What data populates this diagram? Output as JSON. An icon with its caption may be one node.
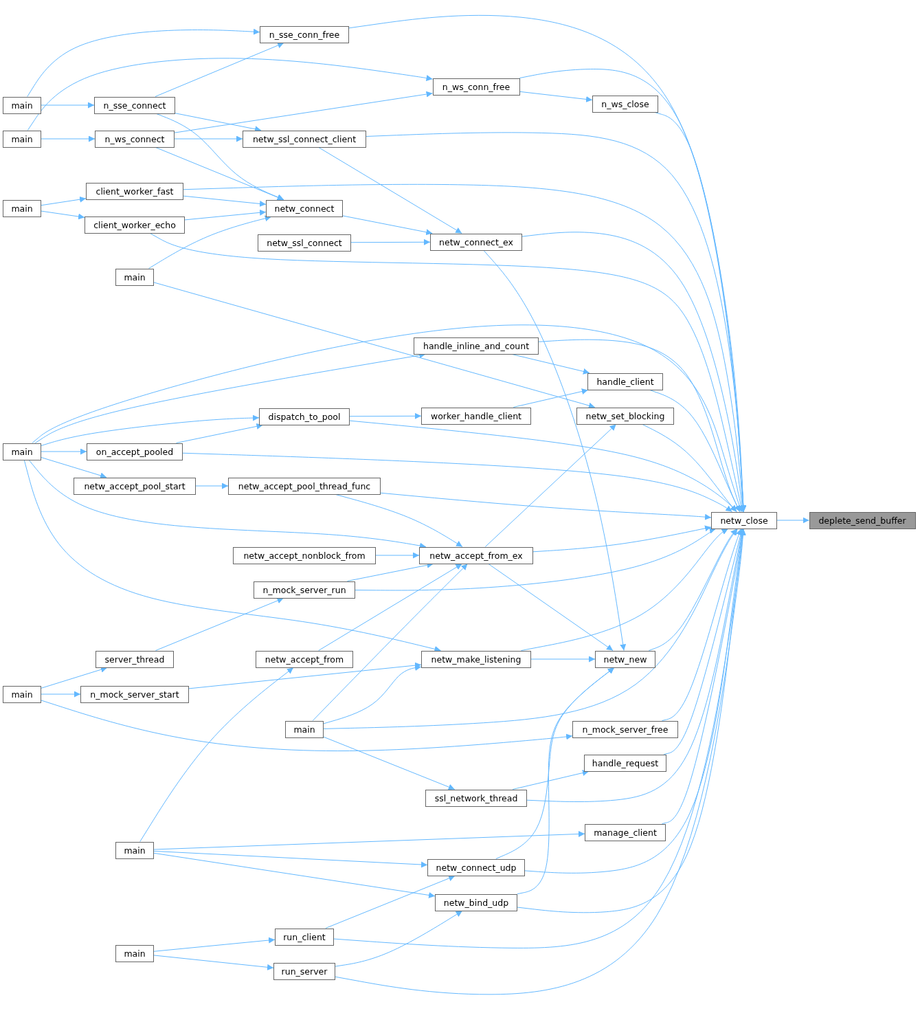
{
  "diagram": {
    "nodes": [
      {
        "text": [
          "deplete_send_buffer"
        ]
      },
      {
        "text": [
          "netw_close"
        ]
      },
      {
        "text": [
          "n_sse_conn_free"
        ]
      },
      {
        "text": [
          "n_ws_conn_free"
        ]
      },
      {
        "text": [
          "n_ws_close"
        ]
      },
      {
        "text": [
          "main"
        ]
      },
      {
        "text": [
          "n_sse_connect"
        ]
      },
      {
        "text": [
          "main"
        ]
      },
      {
        "text": [
          "n_ws_connect"
        ]
      },
      {
        "text": [
          "netw_ssl_connect_client"
        ]
      },
      {
        "text": [
          "client_worker_fast"
        ]
      },
      {
        "text": [
          "netw_connect"
        ]
      },
      {
        "text": [
          "main"
        ]
      },
      {
        "text": [
          "client_worker_echo"
        ]
      },
      {
        "text": [
          "netw_ssl_connect"
        ]
      },
      {
        "text": [
          "netw_connect_ex"
        ]
      },
      {
        "text": [
          "main"
        ]
      },
      {
        "text": [
          "handle_inline_and_count"
        ]
      },
      {
        "text": [
          "handle_client"
        ]
      },
      {
        "text": [
          "dispatch_to_pool"
        ]
      },
      {
        "text": [
          "worker_handle_client"
        ]
      },
      {
        "text": [
          "netw_set_blocking"
        ]
      },
      {
        "text": [
          "main"
        ]
      },
      {
        "text": [
          "on_accept_pooled"
        ]
      },
      {
        "text": [
          "netw_accept_pool_start"
        ]
      },
      {
        "text": [
          "netw_accept_pool_thread_func"
        ]
      },
      {
        "text": [
          "netw_accept_nonblock_from"
        ]
      },
      {
        "text": [
          "netw_accept_from_ex"
        ]
      },
      {
        "text": [
          "n_mock_server_run"
        ]
      },
      {
        "text": [
          "server_thread"
        ]
      },
      {
        "text": [
          "netw_accept_from"
        ]
      },
      {
        "text": [
          "netw_make_listening"
        ]
      },
      {
        "text": [
          "netw_new"
        ]
      },
      {
        "text": [
          "main"
        ]
      },
      {
        "text": [
          "n_mock_server_start"
        ]
      },
      {
        "text": [
          "main"
        ]
      },
      {
        "text": [
          "n_mock_server_free"
        ]
      },
      {
        "text": [
          "handle_request"
        ]
      },
      {
        "text": [
          "ssl_network_thread"
        ]
      },
      {
        "text": [
          "manage_client"
        ]
      },
      {
        "text": [
          "main"
        ]
      },
      {
        "text": [
          "netw_connect_udp"
        ]
      },
      {
        "text": [
          "netw_bind_udp"
        ]
      },
      {
        "text": [
          "run_client"
        ]
      },
      {
        "text": [
          "main"
        ]
      },
      {
        "text": [
          "run_server"
        ]
      }
    ],
    "edges": [
      {
        "from": 1,
        "to": 0,
        "arrow": "to"
      },
      {
        "from": 2,
        "to": 1,
        "arrow": "to"
      },
      {
        "from": 3,
        "to": 1,
        "arrow": "to"
      },
      {
        "from": 4,
        "to": 1,
        "arrow": "to"
      },
      {
        "from": 9,
        "to": 1,
        "arrow": "to"
      },
      {
        "from": 10,
        "to": 1,
        "arrow": "to"
      },
      {
        "from": 15,
        "to": 1,
        "arrow": "to"
      },
      {
        "from": 13,
        "to": 1,
        "arrow": "to"
      },
      {
        "from": 22,
        "to": 1,
        "arrow": "to"
      },
      {
        "from": 17,
        "to": 1,
        "arrow": "to"
      },
      {
        "from": 18,
        "to": 1,
        "arrow": "to"
      },
      {
        "from": 19,
        "to": 1,
        "arrow": "to"
      },
      {
        "from": 21,
        "to": 1,
        "arrow": "to"
      },
      {
        "from": 23,
        "to": 1,
        "arrow": "to"
      },
      {
        "from": 25,
        "to": 1,
        "arrow": "to"
      },
      {
        "from": 27,
        "to": 1,
        "arrow": "to"
      },
      {
        "from": 28,
        "to": 1,
        "arrow": "to"
      },
      {
        "from": 31,
        "to": 1,
        "arrow": "to"
      },
      {
        "from": 32,
        "to": 1,
        "arrow": "to"
      },
      {
        "from": 35,
        "to": 1,
        "arrow": "to"
      },
      {
        "from": 36,
        "to": 1,
        "arrow": "to"
      },
      {
        "from": 37,
        "to": 1,
        "arrow": "to"
      },
      {
        "from": 38,
        "to": 1,
        "arrow": "to"
      },
      {
        "from": 39,
        "to": 1,
        "arrow": "to"
      },
      {
        "from": 41,
        "to": 1,
        "arrow": "to"
      },
      {
        "from": 42,
        "to": 1,
        "arrow": "to"
      },
      {
        "from": 43,
        "to": 1,
        "arrow": "to"
      },
      {
        "from": 45,
        "to": 1,
        "arrow": "to"
      },
      {
        "from": 5,
        "to": 2,
        "arrow": "to"
      },
      {
        "from": 6,
        "to": 2,
        "arrow": "to"
      },
      {
        "from": 5,
        "to": 6,
        "arrow": "to"
      },
      {
        "from": 7,
        "to": 3,
        "arrow": "to"
      },
      {
        "from": 8,
        "to": 3,
        "arrow": "to"
      },
      {
        "from": 3,
        "to": 4,
        "arrow": "to"
      },
      {
        "from": 7,
        "to": 8,
        "arrow": "to"
      },
      {
        "from": 6,
        "to": 9,
        "arrow": "to"
      },
      {
        "from": 8,
        "to": 9,
        "arrow": "to"
      },
      {
        "from": 6,
        "to": 11,
        "arrow": "to"
      },
      {
        "from": 8,
        "to": 11,
        "arrow": "to"
      },
      {
        "from": 9,
        "to": 15,
        "arrow": "to"
      },
      {
        "from": 12,
        "to": 10,
        "arrow": "to"
      },
      {
        "from": 12,
        "to": 13,
        "arrow": "to"
      },
      {
        "from": 10,
        "to": 11,
        "arrow": "to"
      },
      {
        "from": 13,
        "to": 11,
        "arrow": "to"
      },
      {
        "from": 16,
        "to": 11,
        "arrow": "to"
      },
      {
        "from": 11,
        "to": 15,
        "arrow": "to"
      },
      {
        "from": 14,
        "to": 15,
        "arrow": "to"
      },
      {
        "from": 15,
        "to": 32,
        "arrow": "to"
      },
      {
        "from": 16,
        "to": 21,
        "arrow": "to"
      },
      {
        "from": 17,
        "to": 18,
        "arrow": "to"
      },
      {
        "from": 20,
        "to": 18,
        "arrow": "to"
      },
      {
        "from": 19,
        "to": 20,
        "arrow": "to"
      },
      {
        "from": 22,
        "to": 17,
        "arrow": "to"
      },
      {
        "from": 22,
        "to": 19,
        "arrow": "to"
      },
      {
        "from": 23,
        "to": 19,
        "arrow": "to"
      },
      {
        "from": 22,
        "to": 23,
        "arrow": "to"
      },
      {
        "from": 22,
        "to": 24,
        "arrow": "to"
      },
      {
        "from": 24,
        "to": 25,
        "arrow": "to"
      },
      {
        "from": 25,
        "to": 27,
        "arrow": "to"
      },
      {
        "from": 22,
        "to": 27,
        "arrow": "to"
      },
      {
        "from": 22,
        "to": 31,
        "arrow": "to"
      },
      {
        "from": 26,
        "to": 27,
        "arrow": "to"
      },
      {
        "from": 28,
        "to": 27,
        "arrow": "to"
      },
      {
        "from": 30,
        "to": 27,
        "arrow": "to"
      },
      {
        "from": 35,
        "to": 27,
        "arrow": "to"
      },
      {
        "from": 27,
        "to": 21,
        "arrow": "to"
      },
      {
        "from": 27,
        "to": 32,
        "arrow": "to"
      },
      {
        "from": 29,
        "to": 28,
        "arrow": "to"
      },
      {
        "from": 33,
        "to": 29,
        "arrow": "to"
      },
      {
        "from": 33,
        "to": 34,
        "arrow": "to"
      },
      {
        "from": 34,
        "to": 31,
        "arrow": "to"
      },
      {
        "from": 35,
        "to": 31,
        "arrow": "to"
      },
      {
        "from": 31,
        "to": 32,
        "arrow": "to"
      },
      {
        "from": 33,
        "to": 36,
        "arrow": "to"
      },
      {
        "from": 40,
        "to": 30,
        "arrow": "to"
      },
      {
        "from": 35,
        "to": 38,
        "arrow": "to"
      },
      {
        "from": 38,
        "to": 37,
        "arrow": "to"
      },
      {
        "from": 40,
        "to": 39,
        "arrow": "to"
      },
      {
        "from": 40,
        "to": 41,
        "arrow": "to"
      },
      {
        "from": 40,
        "to": 42,
        "arrow": "to"
      },
      {
        "from": 41,
        "to": 32,
        "arrow": "to"
      },
      {
        "from": 42,
        "to": 32,
        "arrow": "to"
      },
      {
        "from": 43,
        "to": 41,
        "arrow": "to"
      },
      {
        "from": 45,
        "to": 42,
        "arrow": "to"
      },
      {
        "from": 44,
        "to": 43,
        "arrow": "to"
      },
      {
        "from": 44,
        "to": 45,
        "arrow": "to"
      }
    ]
  }
}
